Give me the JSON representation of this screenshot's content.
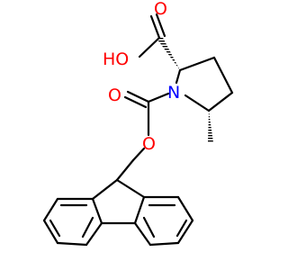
{
  "molecule": {
    "bond_color": "#000000",
    "heteroatom_color": "#ff0000",
    "nitrogen_color": "#0000ff",
    "atom_labels": {
      "hydroxyl": "HO",
      "carbonyl_oxygen_acid": "O",
      "ring_nitrogen": "N",
      "carbonyl_oxygen_carbamate": "O",
      "ester_oxygen": "O"
    }
  }
}
